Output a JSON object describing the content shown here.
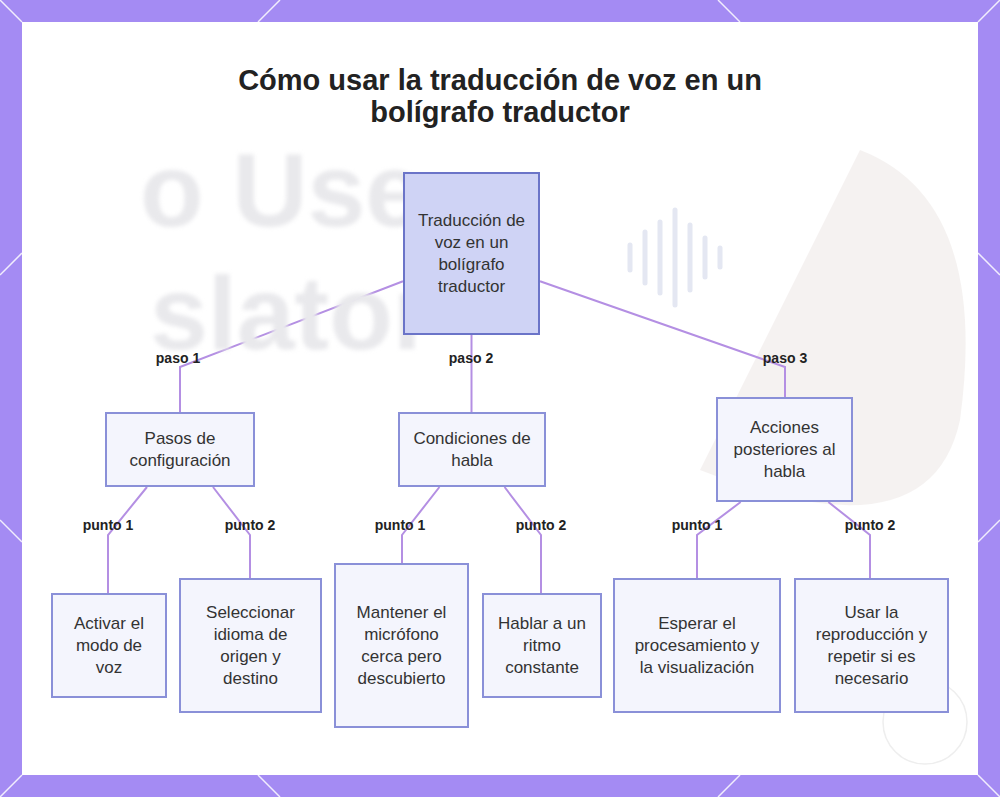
{
  "diagram": {
    "title": "Cómo usar la traducción de voz en un bolígrafo traductor",
    "nodes": [
      {
        "text": [
          "Traducción de voz en un bolígrafo traductor"
        ]
      },
      {
        "text": [
          "Pasos de configuración"
        ]
      },
      {
        "text": [
          "Condiciones de habla"
        ]
      },
      {
        "text": [
          "Acciones posteriores al habla"
        ]
      },
      {
        "text": [
          "Activar el modo de voz"
        ]
      },
      {
        "text": [
          "Seleccionar idioma de origen y destino"
        ]
      },
      {
        "text": [
          "Mantener el micrófono cerca pero descubierto"
        ]
      },
      {
        "text": [
          "Hablar a un ritmo constante"
        ]
      },
      {
        "text": [
          "Esperar el procesamiento y la visualización"
        ]
      },
      {
        "text": [
          "Usar la reproducción y repetir si es necesario"
        ]
      }
    ],
    "edges": [
      {
        "from": 0,
        "to": 1,
        "label": "paso 1",
        "arrow": "none"
      },
      {
        "from": 0,
        "to": 2,
        "label": "paso 2",
        "arrow": "none"
      },
      {
        "from": 0,
        "to": 3,
        "label": "paso 3",
        "arrow": "none"
      },
      {
        "from": 1,
        "to": 4,
        "label": "punto 1",
        "arrow": "none"
      },
      {
        "from": 1,
        "to": 5,
        "label": "punto 2",
        "arrow": "none"
      },
      {
        "from": 2,
        "to": 6,
        "label": "punto 1",
        "arrow": "none"
      },
      {
        "from": 2,
        "to": 7,
        "label": "punto 2",
        "arrow": "none"
      },
      {
        "from": 3,
        "to": 8,
        "label": "punto 1",
        "arrow": "none"
      },
      {
        "from": 3,
        "to": 9,
        "label": "punto 2",
        "arrow": "none"
      }
    ],
    "labels": [
      "o Use",
      "slator"
    ]
  }
}
